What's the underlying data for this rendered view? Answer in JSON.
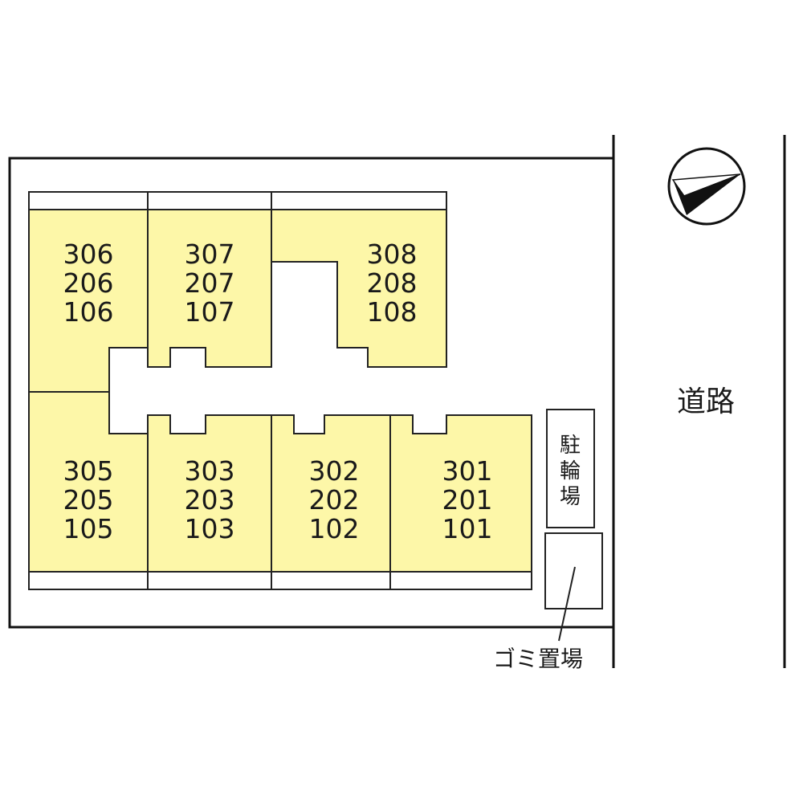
{
  "units": [
    {
      "id": "unit-306",
      "lines": [
        "306",
        "206",
        "106"
      ]
    },
    {
      "id": "unit-307",
      "lines": [
        "307",
        "207",
        "107"
      ]
    },
    {
      "id": "unit-308",
      "lines": [
        "308",
        "208",
        "108"
      ]
    },
    {
      "id": "unit-305",
      "lines": [
        "305",
        "205",
        "105"
      ]
    },
    {
      "id": "unit-303",
      "lines": [
        "303",
        "203",
        "103"
      ]
    },
    {
      "id": "unit-302",
      "lines": [
        "302",
        "202",
        "102"
      ]
    },
    {
      "id": "unit-301",
      "lines": [
        "301",
        "201",
        "101"
      ]
    }
  ],
  "labels": {
    "road": "道路",
    "bicycle_parking": [
      "駐",
      "輪",
      "場"
    ],
    "garbage_area": "ゴミ置場"
  },
  "colors": {
    "unit_fill": "#fdf7a8",
    "outline": "#222222"
  },
  "icons": {
    "compass": "north-arrow-icon"
  }
}
